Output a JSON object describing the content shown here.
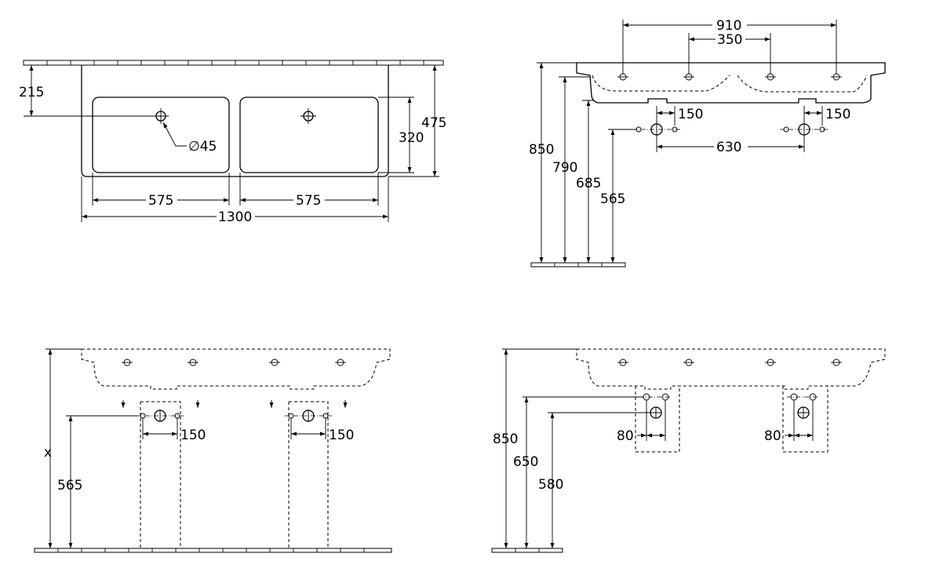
{
  "drawing": {
    "top_view": {
      "width": "1300",
      "basin_width_left": "575",
      "basin_width_right": "575",
      "depth": "475",
      "basin_depth": "320",
      "tap_hole_offset": "215",
      "tap_hole_diameter": "∅45"
    },
    "side_view": {
      "tap_spacing_outer": "910",
      "tap_spacing_inner": "350",
      "height_rim": "850",
      "height_overflow": "790",
      "height_bottom": "685",
      "height_waste": "565",
      "waste_offset_left": "150",
      "waste_offset_right": "150",
      "waste_spacing": "630"
    },
    "front_view_pedestal": {
      "height_total": "x",
      "height_waste": "565",
      "waste_offset_left": "150",
      "waste_offset_right": "150"
    },
    "front_view_semi_pedestal": {
      "height_rim": "850",
      "height_upper": "650",
      "height_waste": "580",
      "offset_left": "80",
      "offset_right": "80"
    }
  }
}
